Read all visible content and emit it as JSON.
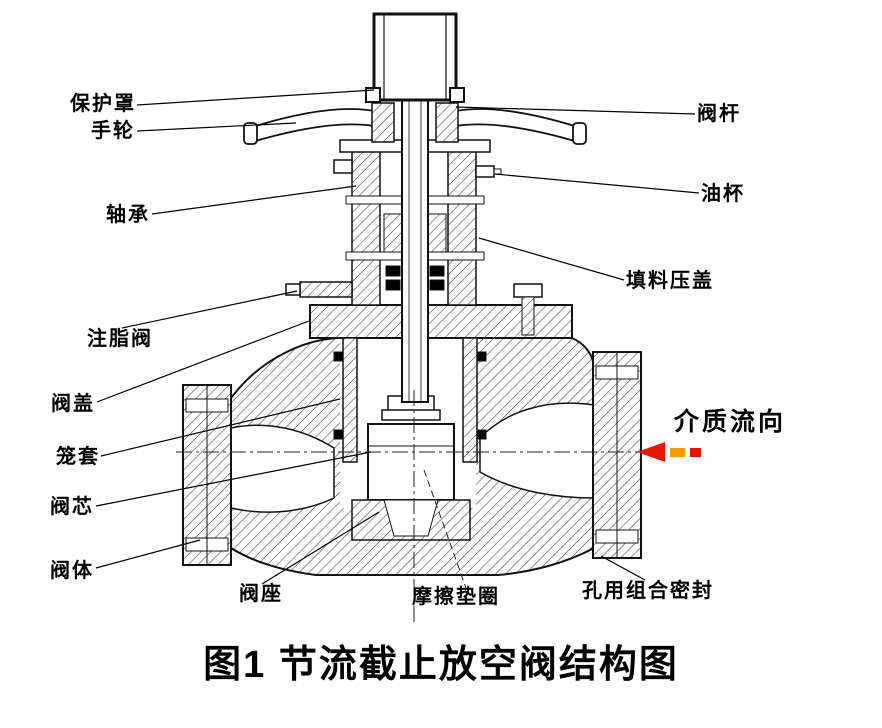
{
  "figure": {
    "caption": "图1 节流截止放空阀结构图"
  },
  "labels": {
    "protective_cover": "保护罩",
    "handwheel": "手轮",
    "bearing": "轴承",
    "grease_valve": "注脂阀",
    "bonnet": "阀盖",
    "cage": "笼套",
    "valve_plug": "阀芯",
    "valve_body": "阀体",
    "valve_stem": "阀杆",
    "oil_cup": "油杯",
    "packing_gland": "填料压盖",
    "flow_direction": "介质流向",
    "valve_seat": "阀座",
    "friction_washer": "摩擦垫圈",
    "hole_combined_seal": "孔用组合密封"
  },
  "flow_arrow": {
    "head_color": "#e81500",
    "dash1_color": "#f59b00",
    "dash2_color": "#e81500"
  }
}
